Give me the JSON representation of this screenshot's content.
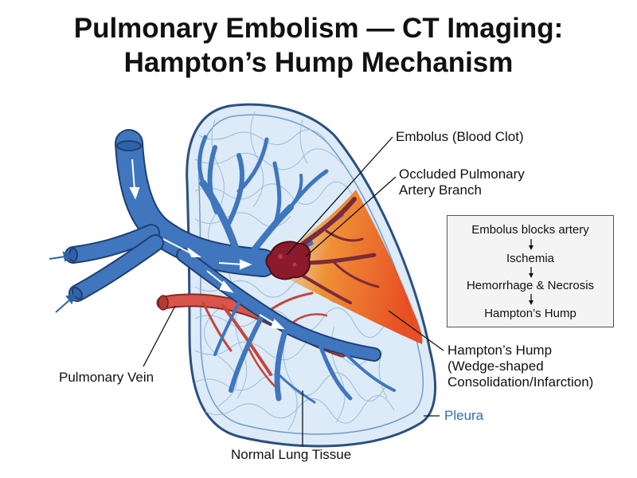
{
  "title": {
    "line1": "Pulmonary Embolism — CT Imaging:",
    "line2": "Hampton’s Hump Mechanism"
  },
  "labels": {
    "embolus": "Embolus (Blood Clot)",
    "occluded_line1": "Occluded Pulmonary",
    "occluded_line2": "Artery Branch",
    "pulmonary_vein": "Pulmonary Vein",
    "hamptons_line1": "Hampton’s Hump",
    "hamptons_line2": "(Wedge-shaped",
    "hamptons_line3": "Consolidation/Infarction)",
    "pleura": "Pleura",
    "normal_tissue": "Normal Lung Tissue"
  },
  "flowchart": {
    "steps": [
      "Embolus blocks artery",
      "Ischemia",
      "Hemorrhage & Necrosis",
      "Hampton’s Hump"
    ]
  },
  "colors": {
    "artery": "#3f76be",
    "artery_outline": "#1f3f72",
    "vein": "#d9544d",
    "lung_fill": "#dcebf7",
    "lung_outline": "#2b4f80",
    "infarct_core": "#e64a1c",
    "infarct_edge": "#f7a23b",
    "clot": "#8a1a2c"
  }
}
